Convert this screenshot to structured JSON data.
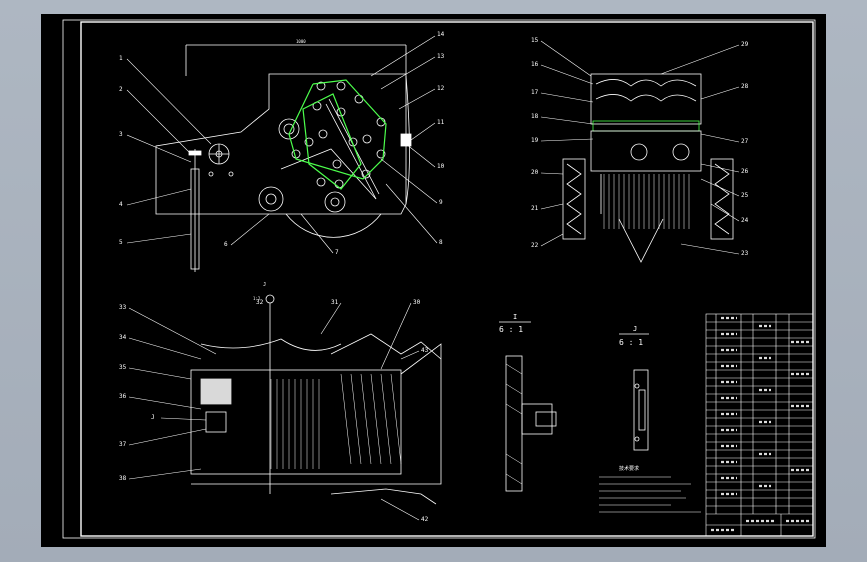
{
  "drawing": {
    "part_numbers": [
      "1",
      "2",
      "3",
      "4",
      "5",
      "6",
      "7",
      "8",
      "9",
      "10",
      "11",
      "12",
      "13",
      "14",
      "15",
      "16",
      "17",
      "18",
      "19",
      "20",
      "21",
      "22",
      "23",
      "24",
      "25",
      "26",
      "27",
      "28",
      "29",
      "30",
      "31",
      "32",
      "33",
      "34",
      "35",
      "36",
      "37",
      "38",
      "42",
      "43"
    ],
    "detail_I": {
      "letter": "I",
      "scale": "6 : 1"
    },
    "detail_J": {
      "letter": "J",
      "scale": "6 : 1"
    },
    "section_label": "J",
    "notes_title": "技术要求"
  }
}
